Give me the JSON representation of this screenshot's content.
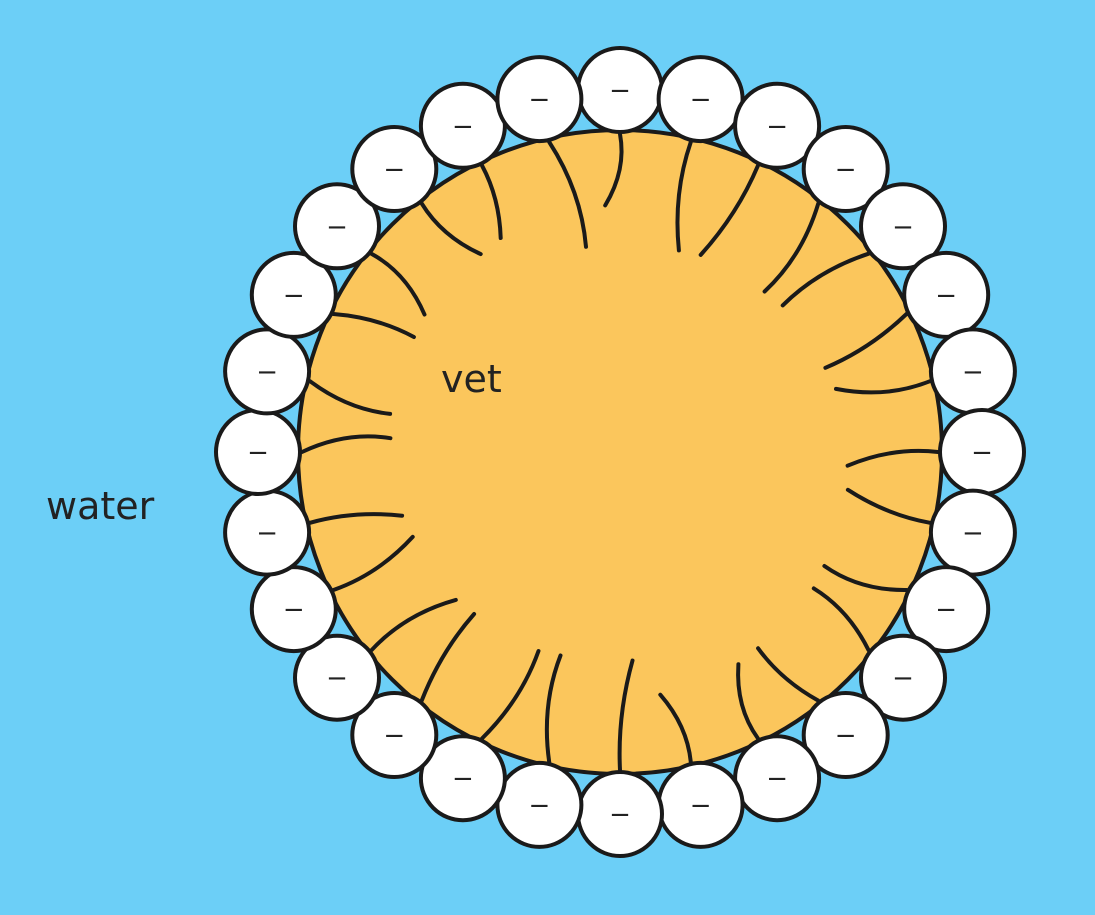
{
  "labels": {
    "outside": "water",
    "inside": "vet"
  },
  "head_symbol": "−",
  "head_count": 28,
  "colors": {
    "background": "#6ccff7",
    "droplet": "#fbc65c",
    "head_fill": "#ffffff",
    "outline": "#1a1a1a"
  }
}
